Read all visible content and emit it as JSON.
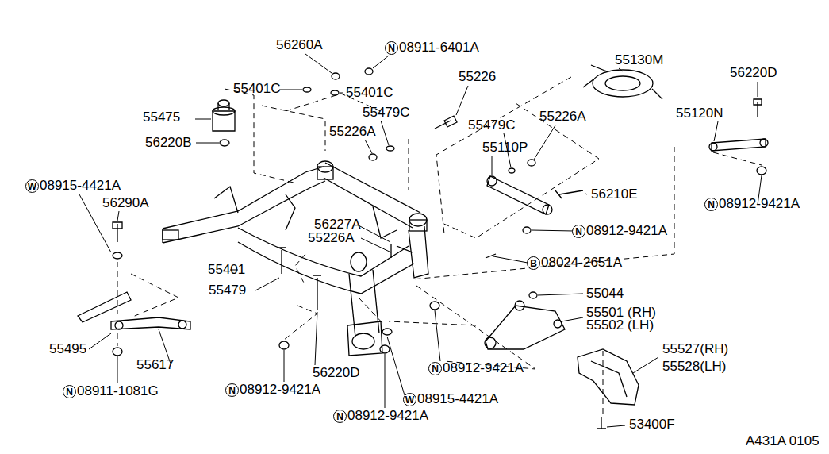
{
  "diagram": {
    "nodes": [
      {
        "text": [
          "N"
        ]
      },
      {
        "text": [
          "W"
        ]
      },
      {
        "text": [
          "N"
        ]
      },
      {
        "text": [
          "N"
        ]
      },
      {
        "text": [
          "B"
        ]
      },
      {
        "text": [
          "N"
        ]
      },
      {
        "text": [
          "N"
        ]
      },
      {
        "text": [
          "N"
        ]
      },
      {
        "text": [
          "W"
        ]
      },
      {
        "text": [
          "N"
        ]
      }
    ],
    "edges": [],
    "labels": [
      "56260A",
      "08911-6401A",
      "55401C",
      "55401C",
      "55226",
      "55130M",
      "56220D",
      "55475",
      "55479C",
      "56220B",
      "55226A",
      "55479C",
      "55226A",
      "55120N",
      "55110P",
      "08915-4421A",
      "56290A",
      "56210E",
      "56227A",
      "55226A",
      "08912-9421A",
      "08912-9421A",
      "08024-2651A",
      "55401",
      "55479",
      "55044",
      "55501 (RH)",
      "55502 (LH)",
      "55495",
      "55617",
      "56220D",
      "55527(RH)",
      "55528(LH)",
      "08912-9421A",
      "08911-1081G",
      "08912-9421A",
      "08915-4421A",
      "08912-9421A",
      "53400F",
      "A431A 0105"
    ]
  }
}
